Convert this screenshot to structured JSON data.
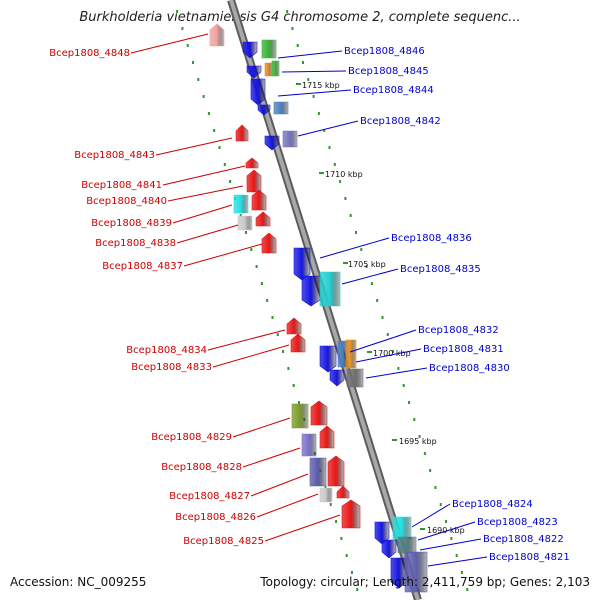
{
  "title": "Burkholderia vietnamiensis G4 chromosome 2, complete sequenc...",
  "accession": "Accession: NC_009255",
  "topology": "Topology: circular; Length: 2,411,759 bp; Genes: 2,103",
  "colors": {
    "backbone": "#888888",
    "label_left": "#cc0000",
    "label_right": "#0000cc",
    "tick": "#2e9a2e",
    "forward_strand": "#1515e0",
    "reverse_strand": "#e81515"
  },
  "scale_labels": [
    "1715 kbp",
    "1710 kbp",
    "1705 kbp",
    "1700 kbp",
    "1695 kbp",
    "1690 kbp"
  ],
  "genes_left": [
    "Bcep1808_4848",
    "Bcep1808_4843",
    "Bcep1808_4841",
    "Bcep1808_4840",
    "Bcep1808_4839",
    "Bcep1808_4838",
    "Bcep1808_4837",
    "Bcep1808_4834",
    "Bcep1808_4833",
    "Bcep1808_4829",
    "Bcep1808_4828",
    "Bcep1808_4827",
    "Bcep1808_4826",
    "Bcep1808_4825"
  ],
  "genes_right": [
    "Bcep1808_4846",
    "Bcep1808_4845",
    "Bcep1808_4844",
    "Bcep1808_4842",
    "Bcep1808_4836",
    "Bcep1808_4835",
    "Bcep1808_4832",
    "Bcep1808_4831",
    "Bcep1808_4830",
    "Bcep1808_4824",
    "Bcep1808_4823",
    "Bcep1808_4822",
    "Bcep1808_4821"
  ]
}
